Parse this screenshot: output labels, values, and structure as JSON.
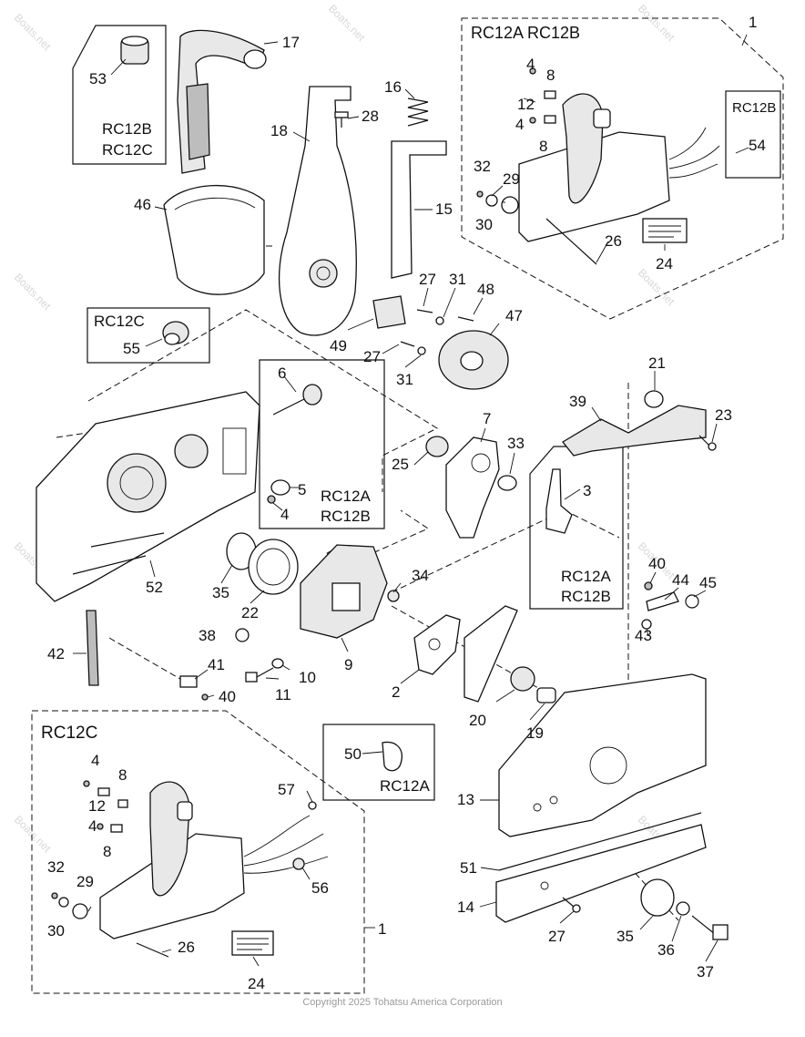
{
  "diagram": {
    "copyright": "Copyright 2025 Tohatsu America Corporation",
    "watermark": "Boats.net",
    "parts": [
      {
        "id": "p17",
        "label": "17"
      },
      {
        "id": "p53",
        "label": "53"
      },
      {
        "id": "p18",
        "label": "18"
      },
      {
        "id": "p28",
        "label": "28"
      },
      {
        "id": "p16",
        "label": "16"
      },
      {
        "id": "p15",
        "label": "15"
      },
      {
        "id": "p46",
        "label": "46"
      },
      {
        "id": "p27a",
        "label": "27"
      },
      {
        "id": "p31a",
        "label": "31"
      },
      {
        "id": "p48",
        "label": "48"
      },
      {
        "id": "p47",
        "label": "47"
      },
      {
        "id": "p49",
        "label": "49"
      },
      {
        "id": "p27b",
        "label": "27"
      },
      {
        "id": "p31b",
        "label": "31"
      },
      {
        "id": "p55",
        "label": "55"
      },
      {
        "id": "p6",
        "label": "6"
      },
      {
        "id": "p5",
        "label": "5"
      },
      {
        "id": "p4a",
        "label": "4"
      },
      {
        "id": "p25",
        "label": "25"
      },
      {
        "id": "p7",
        "label": "7"
      },
      {
        "id": "p33",
        "label": "33"
      },
      {
        "id": "p3",
        "label": "3"
      },
      {
        "id": "p21",
        "label": "21"
      },
      {
        "id": "p39",
        "label": "39"
      },
      {
        "id": "p23",
        "label": "23"
      },
      {
        "id": "p52",
        "label": "52"
      },
      {
        "id": "p35a",
        "label": "35"
      },
      {
        "id": "p22",
        "label": "22"
      },
      {
        "id": "p34",
        "label": "34"
      },
      {
        "id": "p38",
        "label": "38"
      },
      {
        "id": "p9",
        "label": "9"
      },
      {
        "id": "p2",
        "label": "2"
      },
      {
        "id": "p42",
        "label": "42"
      },
      {
        "id": "p41",
        "label": "41"
      },
      {
        "id": "p40a",
        "label": "40"
      },
      {
        "id": "p11",
        "label": "11"
      },
      {
        "id": "p10",
        "label": "10"
      },
      {
        "id": "p20",
        "label": "20"
      },
      {
        "id": "p19",
        "label": "19"
      },
      {
        "id": "p40b",
        "label": "40"
      },
      {
        "id": "p44",
        "label": "44"
      },
      {
        "id": "p45",
        "label": "45"
      },
      {
        "id": "p43",
        "label": "43"
      },
      {
        "id": "p50",
        "label": "50"
      },
      {
        "id": "p13",
        "label": "13"
      },
      {
        "id": "p51",
        "label": "51"
      },
      {
        "id": "p14",
        "label": "14"
      },
      {
        "id": "p27c",
        "label": "27"
      },
      {
        "id": "p35b",
        "label": "35"
      },
      {
        "id": "p36",
        "label": "36"
      },
      {
        "id": "p37",
        "label": "37"
      },
      {
        "id": "p1a",
        "label": "1"
      },
      {
        "id": "p4b",
        "label": "4"
      },
      {
        "id": "p8a",
        "label": "8"
      },
      {
        "id": "p12a",
        "label": "12"
      },
      {
        "id": "p4c",
        "label": "4"
      },
      {
        "id": "p8b",
        "label": "8"
      },
      {
        "id": "p32a",
        "label": "32"
      },
      {
        "id": "p29a",
        "label": "29"
      },
      {
        "id": "p30a",
        "label": "30"
      },
      {
        "id": "p26a",
        "label": "26"
      },
      {
        "id": "p24a",
        "label": "24"
      },
      {
        "id": "p54",
        "label": "54"
      },
      {
        "id": "p4d",
        "label": "4"
      },
      {
        "id": "p8c",
        "label": "8"
      },
      {
        "id": "p12b",
        "label": "12"
      },
      {
        "id": "p4e",
        "label": "4"
      },
      {
        "id": "p8d",
        "label": "8"
      },
      {
        "id": "p57",
        "label": "57"
      },
      {
        "id": "p32b",
        "label": "32"
      },
      {
        "id": "p29b",
        "label": "29"
      },
      {
        "id": "p30b",
        "label": "30"
      },
      {
        "id": "p56",
        "label": "56"
      },
      {
        "id": "p26b",
        "label": "26"
      },
      {
        "id": "p24b",
        "label": "24"
      },
      {
        "id": "p1b",
        "label": "1"
      }
    ],
    "boxes": {
      "box53": {
        "line1": "RC12B",
        "line2": "RC12C"
      },
      "box55": {
        "line1": "RC12C"
      },
      "box6": {
        "line1": "RC12A",
        "line2": "RC12B"
      },
      "box3": {
        "line1": "RC12A",
        "line2": "RC12B"
      },
      "box50": {
        "line1": "RC12A"
      },
      "box54": {
        "line1": "RC12B"
      },
      "topRight": {
        "title": "RC12A  RC12B"
      },
      "bottomLeft": {
        "title": "RC12C"
      }
    }
  }
}
